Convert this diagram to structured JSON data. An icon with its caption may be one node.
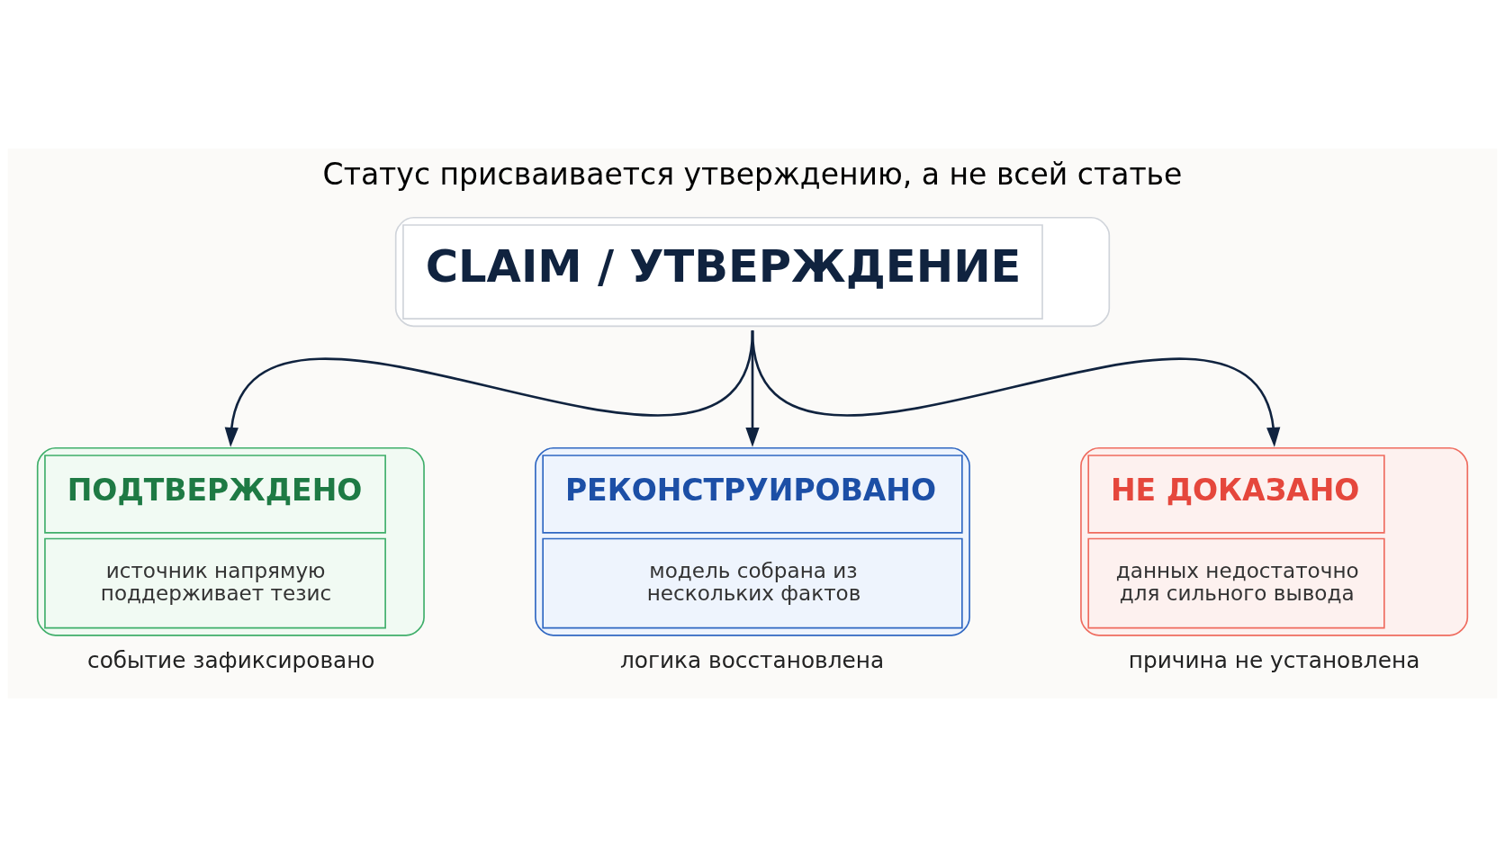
{
  "diagram": {
    "title": "Статус присваивается утверждению, а не всей статье",
    "nodes": [
      {
        "text": [
          "CLAIM / УТВЕРЖДЕНИЕ"
        ]
      },
      {
        "text": [
          "ПОДТВЕРЖДЕНО",
          "источник напрямую поддерживает тезис"
        ],
        "beside": [
          "событие зафиксировано"
        ]
      },
      {
        "text": [
          "РЕКОНСТРУИРОВАНО",
          "модель собрана из нескольких фактов"
        ],
        "beside": [
          "логика восстановлена"
        ]
      },
      {
        "text": [
          "НЕ ДОКАЗАНО",
          "данных недостаточно для сильного вывода"
        ],
        "beside": [
          "причина не установлена"
        ]
      }
    ],
    "edges": [
      {
        "from": 0,
        "to": 1,
        "arrow": "to"
      },
      {
        "from": 0,
        "to": 2,
        "arrow": "to"
      },
      {
        "from": 0,
        "to": 3,
        "arrow": "to"
      }
    ]
  }
}
